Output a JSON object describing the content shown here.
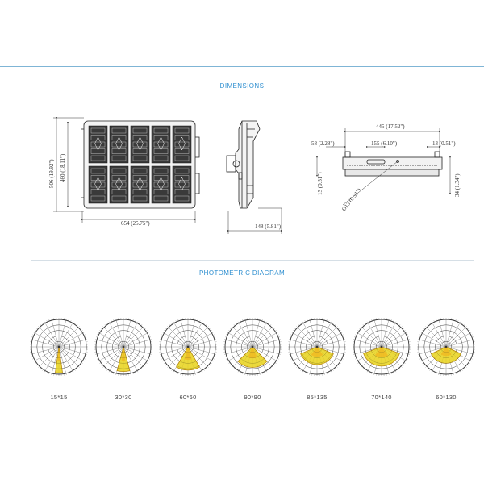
{
  "header": {
    "dimensions_title": "DIMENSIONS",
    "photometric_title": "PHOTOMETRIC DIAGRAM"
  },
  "colors": {
    "accent": "#2f8fd0",
    "rule": "#7fb5d6",
    "line": "#333333",
    "beam_fill": "#e8d21a",
    "beam_dark": "#b88a10"
  },
  "dimensions": {
    "front": {
      "height_total": "506 (19.92\")",
      "height_body": "460 (18.11\")",
      "width": "654 (25.75\")"
    },
    "side": {
      "depth": "148 (5.81\")"
    },
    "mount": {
      "length": "445 (17.52\")",
      "offset_left": "58 (2.28\")",
      "slot": "155 (6.10\")",
      "offset_right": "13 (0.51\")",
      "thickness_left": "13 (0.51\")",
      "hole": "Ø13 (0.51\")",
      "height_right": "34 (1.34\")"
    }
  },
  "photometric": {
    "diagrams": [
      {
        "label": "15*15",
        "half_angle": 8,
        "height": 0.95
      },
      {
        "label": "30*30",
        "half_angle": 15,
        "height": 0.9
      },
      {
        "label": "60*60",
        "half_angle": 30,
        "height": 0.85
      },
      {
        "label": "90*90",
        "half_angle": 45,
        "height": 0.75
      },
      {
        "label": "85*135",
        "half_angle": 67,
        "height": 0.65
      },
      {
        "label": "70*140",
        "half_angle": 70,
        "height": 0.7
      },
      {
        "label": "60*130",
        "half_angle": 65,
        "height": 0.6
      }
    ]
  }
}
